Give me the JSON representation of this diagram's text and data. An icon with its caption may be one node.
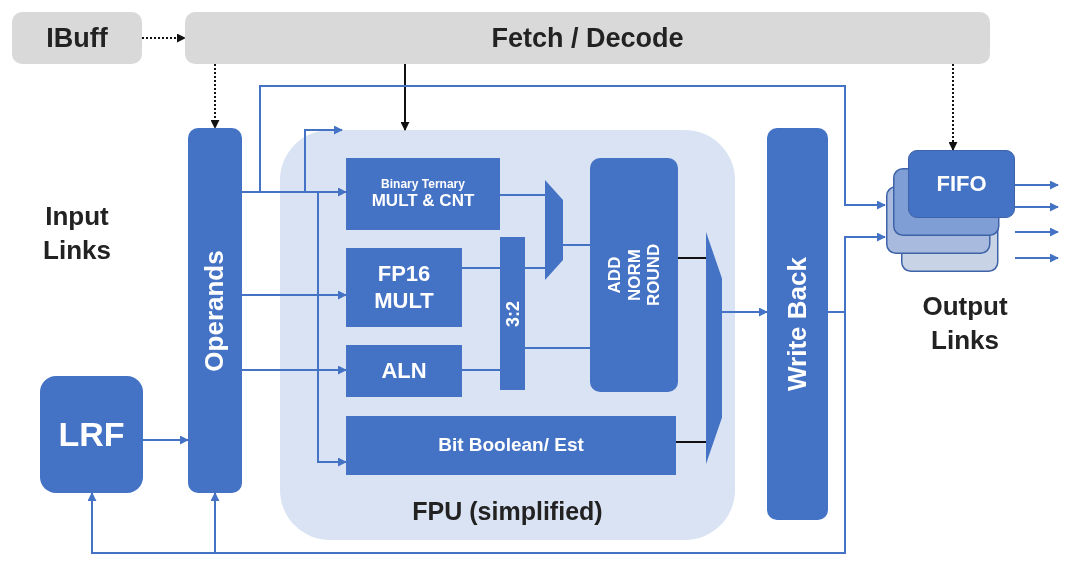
{
  "diagram": {
    "nodes": [
      {
        "text": [
          "IBuff"
        ]
      },
      {
        "text": [
          "Fetch / Decode"
        ]
      },
      {
        "text": [
          "Operands"
        ]
      },
      {
        "text": [
          "FPU (simplified)"
        ]
      },
      {
        "text": [
          "Binary Ternary",
          "MULT & CNT"
        ],
        "in": 3
      },
      {
        "text": [
          "FP16 MULT"
        ],
        "in": 3
      },
      {
        "text": [
          "ALN"
        ],
        "in": 3
      },
      {
        "text": [
          "3:2"
        ],
        "in": 3
      },
      {
        "text": [],
        "shape": "trapezoid",
        "in": 3
      },
      {
        "text": [
          "ADD NORM ROUND"
        ],
        "in": 3
      },
      {
        "text": [
          "Bit Boolean/ Est"
        ],
        "in": 3
      },
      {
        "text": [],
        "shape": "trapezoid",
        "in": 3
      },
      {
        "text": [
          "Write Back"
        ]
      },
      {
        "text": [
          "FIFO"
        ]
      },
      {
        "text": [
          "LRF"
        ]
      }
    ],
    "edges": [
      {
        "from": 0,
        "to": 1,
        "arrow": "to",
        "style": "dashed",
        "color": "#111111"
      },
      {
        "from": 1,
        "to": 2,
        "arrow": "to",
        "style": "dashed",
        "color": "#111111"
      },
      {
        "from": 1,
        "to": 3,
        "arrow": "to",
        "color": "#111111"
      },
      {
        "from": 1,
        "to": 13,
        "arrow": "to",
        "style": "dashed",
        "color": "#111111"
      },
      {
        "from": 2,
        "to": 4,
        "arrow": "to"
      },
      {
        "from": 2,
        "to": 3,
        "arrow": "to"
      },
      {
        "from": 2,
        "to": 5,
        "arrow": "to"
      },
      {
        "from": 2,
        "to": 6,
        "arrow": "to"
      },
      {
        "from": 2,
        "to": 10,
        "arrow": "to"
      },
      {
        "from": 2,
        "to": 13,
        "arrow": "to"
      },
      {
        "from": 4,
        "to": 8,
        "arrow": "none"
      },
      {
        "from": 5,
        "to": 7,
        "arrow": "none"
      },
      {
        "from": 6,
        "to": 7,
        "arrow": "none"
      },
      {
        "from": 7,
        "to": 8,
        "arrow": "none"
      },
      {
        "from": 7,
        "to": 9,
        "arrow": "none"
      },
      {
        "from": 8,
        "to": 9,
        "arrow": "none"
      },
      {
        "from": 9,
        "to": 11,
        "arrow": "none",
        "color": "#111111"
      },
      {
        "from": 10,
        "to": 11,
        "arrow": "none",
        "color": "#111111"
      },
      {
        "from": 11,
        "to": 12,
        "arrow": "to"
      },
      {
        "from": 12,
        "to": 13,
        "arrow": "to"
      },
      {
        "from": 12,
        "to": 14,
        "arrow": "to"
      },
      {
        "from": 12,
        "to": 2,
        "arrow": "to"
      },
      {
        "from": 14,
        "to": 2,
        "arrow": "to"
      },
      {
        "from": 13,
        "to": null,
        "arrow": "to"
      },
      {
        "from": 13,
        "to": null,
        "arrow": "to"
      },
      {
        "from": 13,
        "to": null,
        "arrow": "to"
      },
      {
        "from": 13,
        "to": null,
        "arrow": "to"
      }
    ],
    "labels": [
      "Input Links",
      "Output Links"
    ]
  }
}
